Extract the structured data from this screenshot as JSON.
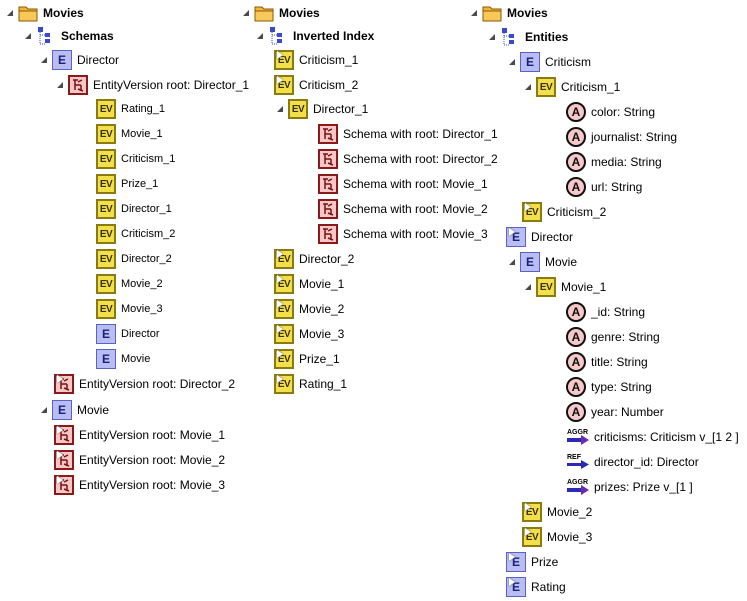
{
  "schemas_panel": {
    "root": "Movies",
    "section": "Schemas",
    "director": "Director",
    "ev_director_1": "EntityVersion root: Director_1",
    "ev_items": [
      "Rating_1",
      "Movie_1",
      "Criticism_1",
      "Prize_1",
      "Director_1",
      "Criticism_2",
      "Director_2",
      "Movie_2",
      "Movie_3"
    ],
    "e_items": [
      "Director",
      "Movie"
    ],
    "ev_director_2": "EntityVersion root: Director_2",
    "movie": "Movie",
    "movie_versions": [
      "EntityVersion root: Movie_1",
      "EntityVersion root: Movie_2",
      "EntityVersion root: Movie_3"
    ]
  },
  "index_panel": {
    "root": "Movies",
    "section": "Inverted Index",
    "items_top": [
      "Criticism_1",
      "Criticism_2",
      "Director_1"
    ],
    "director_1_children": [
      "Schema with root: Director_1",
      "Schema with root: Director_2",
      "Schema with root: Movie_1",
      "Schema with root: Movie_2",
      "Schema with root: Movie_3"
    ],
    "items_bottom": [
      "Director_2",
      "Movie_1",
      "Movie_2",
      "Movie_3",
      "Prize_1",
      "Rating_1"
    ]
  },
  "entities_panel": {
    "root": "Movies",
    "section": "Entities",
    "criticism": "Criticism",
    "criticism_1": "Criticism_1",
    "criticism_1_attrs": [
      "color: String",
      "journalist: String",
      "media: String",
      "url: String"
    ],
    "criticism_2": "Criticism_2",
    "director": "Director",
    "movie": "Movie",
    "movie_1": "Movie_1",
    "movie_1_attrs": [
      "_id: String",
      "genre: String",
      "title: String",
      "type: String",
      "year: Number"
    ],
    "rel_aggr_1": "criticisms: Criticism v_[1 2 ]",
    "rel_ref": "director_id: Director",
    "rel_aggr_2": "prizes: Prize v_[1 ]",
    "movie_2": "Movie_2",
    "movie_3": "Movie_3",
    "prize": "Prize",
    "rating": "Rating"
  },
  "icons": {
    "entity_letter": "E",
    "entity_version_letters": "EV",
    "attribute_letter": "A",
    "aggr_tag": "AGGR",
    "ref_tag": "REF"
  }
}
